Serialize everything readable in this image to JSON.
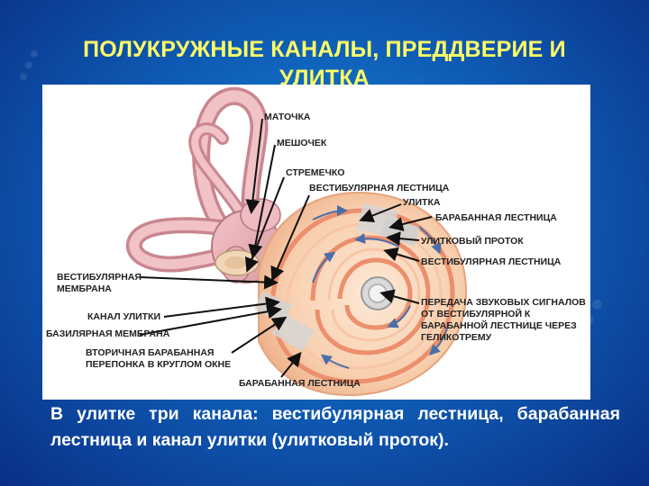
{
  "title": "ПОЛУКРУЖНЫЕ КАНАЛЫ, ПРЕДДВЕРИЕ И УЛИТКА",
  "figure": {
    "labels": {
      "matochka": "МАТОЧКА",
      "meshochek": "МЕШОЧЕК",
      "stremechko": "СТРЕМЕЧКО",
      "vest_top": "ВЕСТИБУЛЯРНАЯ ЛЕСТНИЦА",
      "ulitka": "УЛИТКА",
      "baraban_right": "БАРАБАННАЯ ЛЕСТНИЦА",
      "ulitkovy_protok": "УЛИТКОВЫЙ ПРОТОК",
      "vest_right": "ВЕСТИБУЛЯРНАЯ ЛЕСТНИЦА",
      "vest_membrana": "ВЕСТИБУЛЯРНАЯ\nМЕМБРАНА",
      "kanal_ulitki": "КАНАЛ УЛИТКИ",
      "bazilyar": "БАЗИЛЯРНАЯ МЕМБРАНА",
      "vtorichnaya": "ВТОРИЧНАЯ БАРАБАННАЯ\nПЕРЕПОНКА В КРУГЛОМ ОКНЕ",
      "baraban_bottom": "БАРАБАННАЯ ЛЕСТНИЦА",
      "peredacha": "ПЕРЕДАЧА ЗВУКОВЫХ СИГНАЛОВ\nОТ ВЕСТИБУЛЯРНОЙ К\nБАРАБАННОЙ ЛЕСТНИЦЕ ЧЕРЕЗ\nГЕЛИКОТРЕМУ"
    }
  },
  "caption": "В улитке три канала: вестибулярная лестница, барабанная лестница и канал улитки (улитковый проток)."
}
